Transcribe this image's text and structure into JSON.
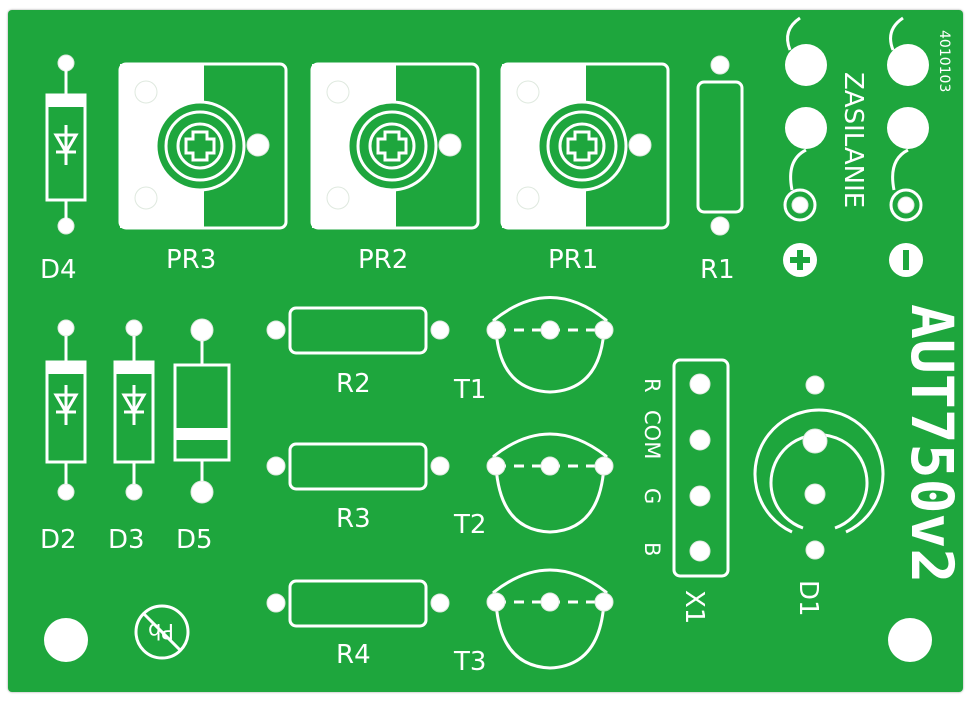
{
  "board": {
    "code": "4010103",
    "power_label": "ZASILANIE",
    "plus_symbol": "+",
    "minus_symbol": "−",
    "title": "AUT750v2",
    "lead_free_mark": "Pb",
    "colors": {
      "board": "#1ea63d",
      "silkscreen": "#ffffff"
    }
  },
  "labels": {
    "d4": "D4",
    "d2": "D2",
    "d3": "D3",
    "d5": "D5",
    "pr3": "PR3",
    "pr2": "PR2",
    "pr1": "PR1",
    "r1": "R1",
    "r2": "R2",
    "r3": "R3",
    "r4": "R4",
    "t1": "T1",
    "t2": "T2",
    "t3": "T3",
    "x1": "X1",
    "d1": "D1"
  },
  "x1_pins": [
    "R",
    "COM",
    "G",
    "B"
  ]
}
